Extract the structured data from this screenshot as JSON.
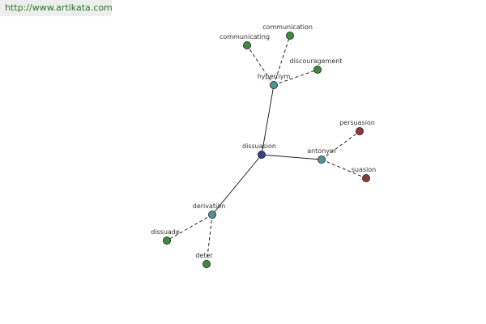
{
  "watermark": "http://www.artikata.com",
  "colors": {
    "center": "#3a3f8c",
    "relation": "#4f9494",
    "related": "#3e8a3e",
    "antonym_term": "#8a3a3a",
    "edge": "#111111"
  },
  "graph": {
    "center": "dissuasion",
    "relations": [
      {
        "label": "hypernym",
        "terms": [
          "communicating",
          "communication",
          "discouragement"
        ],
        "term_kind": "related"
      },
      {
        "label": "antonym",
        "terms": [
          "persuasion",
          "suasion"
        ],
        "term_kind": "antonym_term"
      },
      {
        "label": "derivation",
        "terms": [
          "dissuade",
          "deter"
        ],
        "term_kind": "related"
      }
    ]
  }
}
